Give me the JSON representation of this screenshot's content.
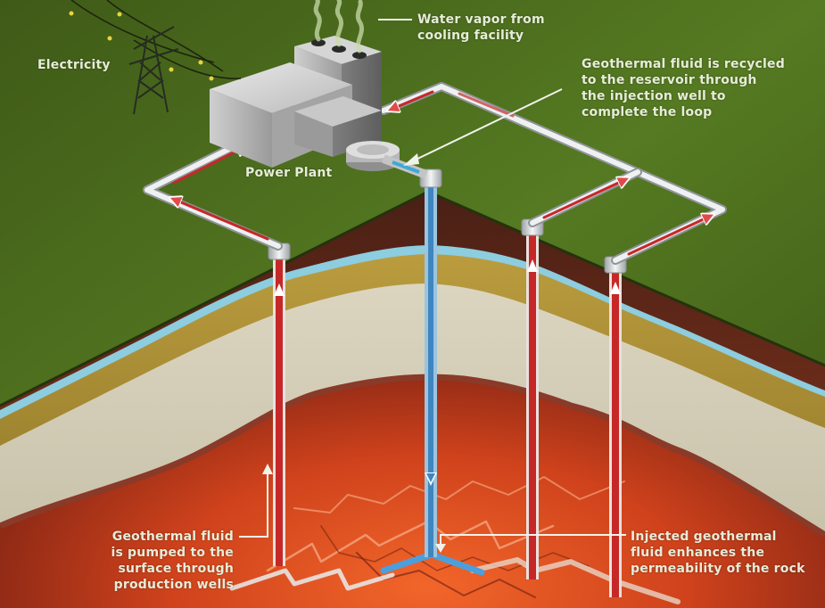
{
  "diagram": {
    "title": "Enhanced geothermal system",
    "labels": {
      "electricity": "Electricity",
      "power_plant": "Power Plant",
      "water_vapor": [
        "Water vapor from",
        "cooling facility"
      ],
      "recycled": [
        "Geothermal fluid is recycled",
        "to the reservoir through",
        "the injection well to",
        "complete the loop"
      ],
      "pumped": [
        "Geothermal fluid",
        "is pumped to the",
        "surface through",
        "production wells"
      ],
      "injected": [
        "Injected geothermal",
        "fluid enhances the",
        "permeability of the rock"
      ]
    },
    "components": {
      "production_wells": 3,
      "injection_wells": 1,
      "flow_hot": "red arrows — hot fluid rising to plant",
      "flow_cold": "blue arrows — cooled fluid injected down"
    },
    "colors": {
      "ground_surface": "#4d6e1e",
      "soil": "#6a2a1a",
      "aquifer": "#8ccde0",
      "sandstone": "#b79a3c",
      "limestone": "#d8d2bf",
      "hot_rock": "#c0361a",
      "hot_pipe": "#c62828",
      "cold_pipe": "#3f86c0",
      "pipe_metal": "#cfd3d6",
      "label_text": "#e6ecd8"
    }
  }
}
